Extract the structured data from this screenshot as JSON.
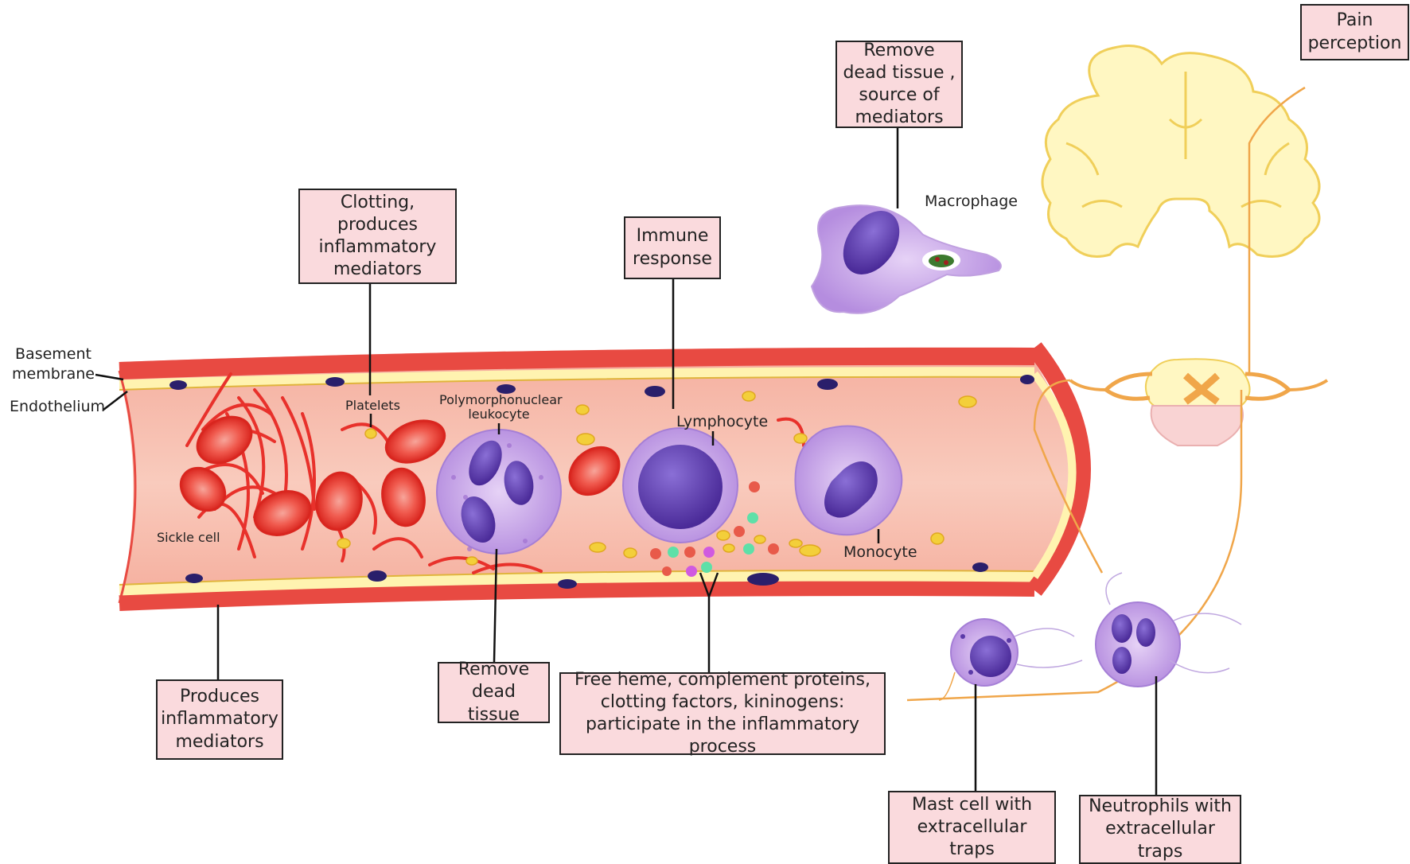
{
  "boxes": {
    "clotting": "Clotting, produces inflammatory mediators",
    "immune": "Immune response",
    "remove_dead_tissue_source": "Remove dead tissue , source of mediators",
    "pain": "Pain perception",
    "produces": "Produces inflammatory mediators",
    "remove_dead_tissue": "Remove dead tissue",
    "free_heme": "Free heme,  complement proteins, clotting factors, kininogens: participate in the inflammatory process",
    "mast_cell": "Mast cell with extracellular traps",
    "neutrophils": "Neutrophils with extracellular traps"
  },
  "labels": {
    "basement_membrane": "Basement membrane",
    "endothelium": "Endothelium",
    "platelets": "Platelets",
    "pmn": "Polymorphonuclear leukocyte",
    "lymphocyte": "Lymphocyte",
    "monocyte": "Monocyte",
    "macrophage": "Macrophage",
    "sickle_cell": "Sickle cell"
  },
  "colors": {
    "vessel_wall": "#f0605a",
    "vessel_interior": "#f6b6a4",
    "endothelium": "#fff3b0",
    "nucleus": "#2a1f6b",
    "rbc": "#e8312b",
    "leukocyte": "#c9a6e8",
    "leukocyte_nucleus": "#5b3aa8",
    "platelet": "#f3cf3a",
    "neural": "#f0a64a",
    "brain": "#fff7c2",
    "label_box": "#fadadd"
  }
}
